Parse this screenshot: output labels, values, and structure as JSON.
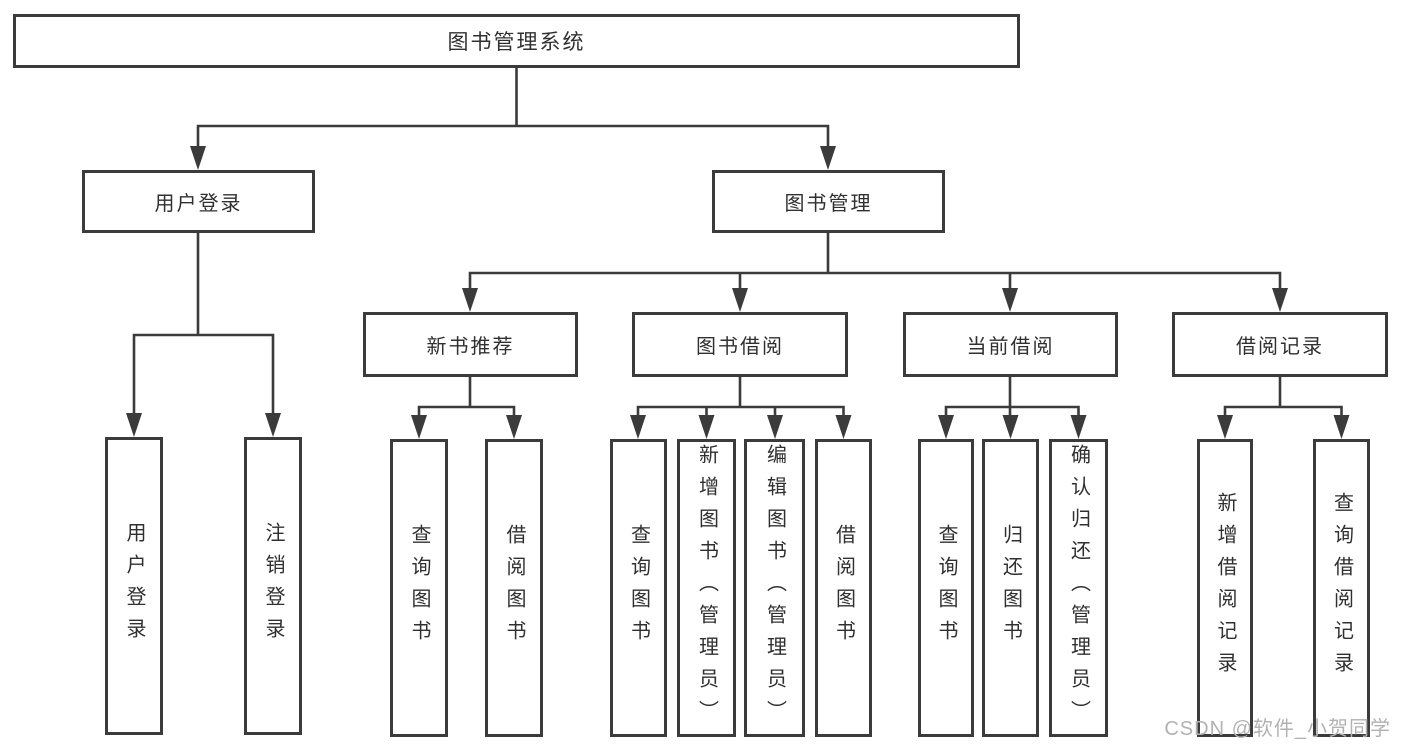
{
  "tree": {
    "label": "图书管理系统",
    "children": [
      {
        "label": "用户登录",
        "children": [
          {
            "label": "用户登录"
          },
          {
            "label": "注销登录"
          }
        ]
      },
      {
        "label": "图书管理",
        "children": [
          {
            "label": "新书推荐",
            "children": [
              {
                "label": "查询图书"
              },
              {
                "label": "借阅图书"
              }
            ]
          },
          {
            "label": "图书借阅",
            "children": [
              {
                "label": "查询图书"
              },
              {
                "label": "新增图书（管理员）"
              },
              {
                "label": "编辑图书（管理员）"
              },
              {
                "label": "借阅图书"
              }
            ]
          },
          {
            "label": "当前借阅",
            "children": [
              {
                "label": "查询图书"
              },
              {
                "label": "归还图书"
              },
              {
                "label": "确认归还（管理员）"
              }
            ]
          },
          {
            "label": "借阅记录",
            "children": [
              {
                "label": "新增借阅记录"
              },
              {
                "label": "查询借阅记录"
              }
            ]
          }
        ]
      }
    ]
  },
  "watermark": {
    "text": "CSDN @软件_小贺同学"
  },
  "colors": {
    "line": "#3b3b3b",
    "box_border": "#3b3b3b",
    "text": "#303030",
    "background": "#ffffff",
    "watermark": "#b2b2b2"
  }
}
